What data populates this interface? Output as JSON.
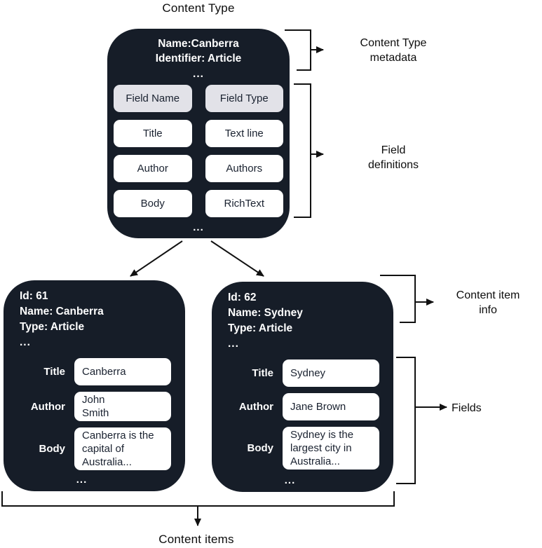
{
  "labels": {
    "title": "Content Type",
    "content_items": "Content items"
  },
  "annotations": {
    "content_type_metadata": "Content Type\nmetadata",
    "field_definitions": "Field\ndefinitions",
    "content_item_info": "Content item\ninfo",
    "fields": "Fields"
  },
  "colors": {
    "box_bg": "#161d28",
    "header_chip_bg": "#e2e2e8",
    "chip_bg": "#ffffff",
    "line": "#111111",
    "box_text": "#ffffff"
  },
  "content_type": {
    "meta": [
      "Name:Canberra",
      "Identifier: Article"
    ],
    "ellipsis_top": "...",
    "ellipsis_bottom": "...",
    "table": {
      "header": [
        "Field Name",
        "Field Type"
      ],
      "rows": [
        [
          "Title",
          "Text line"
        ],
        [
          "Author",
          "Authors"
        ],
        [
          "Body",
          "RichText"
        ]
      ]
    }
  },
  "items": [
    {
      "meta": [
        "Id: 61",
        "Name: Canberra",
        "Type: Article"
      ],
      "ellipsis_top": "...",
      "fields": [
        {
          "label": "Title",
          "value": "Canberra"
        },
        {
          "label": "Author",
          "value": "John\nSmith"
        },
        {
          "label": "Body",
          "value": "Canberra is the\ncapital of\nAustralia..."
        }
      ],
      "ellipsis_bottom": "..."
    },
    {
      "meta": [
        "Id: 62",
        "Name: Sydney",
        "Type: Article"
      ],
      "ellipsis_top": "...",
      "fields": [
        {
          "label": "Title",
          "value": "Sydney"
        },
        {
          "label": "Author",
          "value": "Jane Brown"
        },
        {
          "label": "Body",
          "value": "Sydney is the\nlargest city in\nAustralia..."
        }
      ],
      "ellipsis_bottom": "..."
    }
  ]
}
